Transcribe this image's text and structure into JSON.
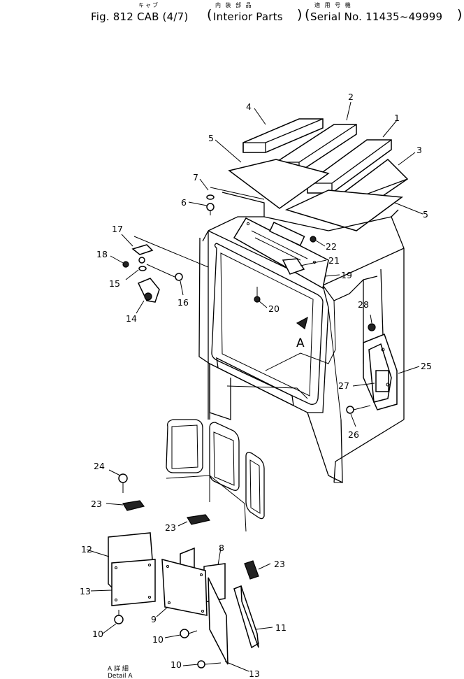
{
  "header": {
    "jp_cab": "キャブ",
    "jp_interior": "内 装 部 品",
    "jp_serial": "適 用 号 機",
    "fig_label": "Fig. 812  CAB (4/7)",
    "interior_label": "Interior Parts",
    "serial_label": "Serial No. 11435~49999"
  },
  "callouts": {
    "c1": "1",
    "c2": "2",
    "c3": "3",
    "c4": "4",
    "c5a": "5",
    "c5b": "5",
    "c6": "6",
    "c7": "7",
    "c8": "8",
    "c9": "9",
    "c10a": "10",
    "c10b": "10",
    "c10c": "10",
    "c11": "11",
    "c12": "12",
    "c13a": "13",
    "c13b": "13",
    "c14": "14",
    "c15": "15",
    "c16": "16",
    "c17": "17",
    "c18": "18",
    "c19": "19",
    "c20": "20",
    "c21": "21",
    "c22": "22",
    "c23a": "23",
    "c23b": "23",
    "c23c": "23",
    "c24": "24",
    "c25": "25",
    "c26": "26",
    "c27": "27",
    "c28": "28"
  },
  "view_marker": "A",
  "detail": {
    "jp": "A 詳 細",
    "en": "Detail A"
  }
}
